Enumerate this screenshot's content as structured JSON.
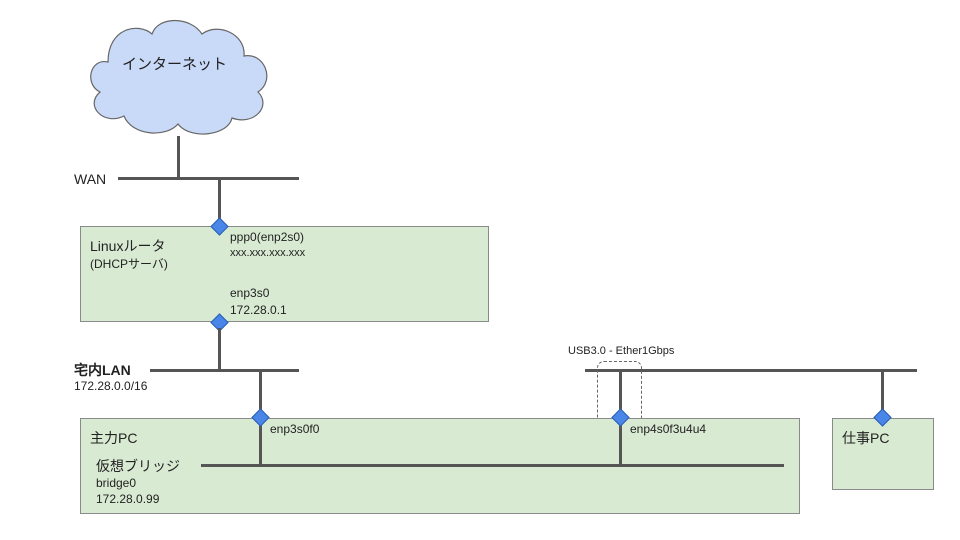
{
  "internet": {
    "label": "インターネット"
  },
  "wan": {
    "label": "WAN"
  },
  "router": {
    "title": "Linuxルータ",
    "subtitle": "(DHCPサーバ)",
    "wan_iface": "ppp0(enp2s0)",
    "wan_ip": "xxx.xxx.xxx.xxx",
    "lan_iface": "enp3s0",
    "lan_ip": "172.28.0.1"
  },
  "home_lan": {
    "label": "宅内LAN",
    "subnet": "172.28.0.0/16"
  },
  "usb_adapter": {
    "label": "USB3.0 - Ether1Gbps"
  },
  "main_pc": {
    "title": "主力PC",
    "iface1": "enp3s0f0",
    "iface2": "enp4s0f3u4u4",
    "bridge_label": "仮想ブリッジ",
    "bridge_name": "bridge0",
    "bridge_ip": "172.28.0.99"
  },
  "work_pc": {
    "title": "仕事PC"
  },
  "colors": {
    "box_fill": "#d9ead3",
    "cloud_fill": "#c9daf8",
    "diamond": "#4a86e8",
    "line": "#555555"
  }
}
